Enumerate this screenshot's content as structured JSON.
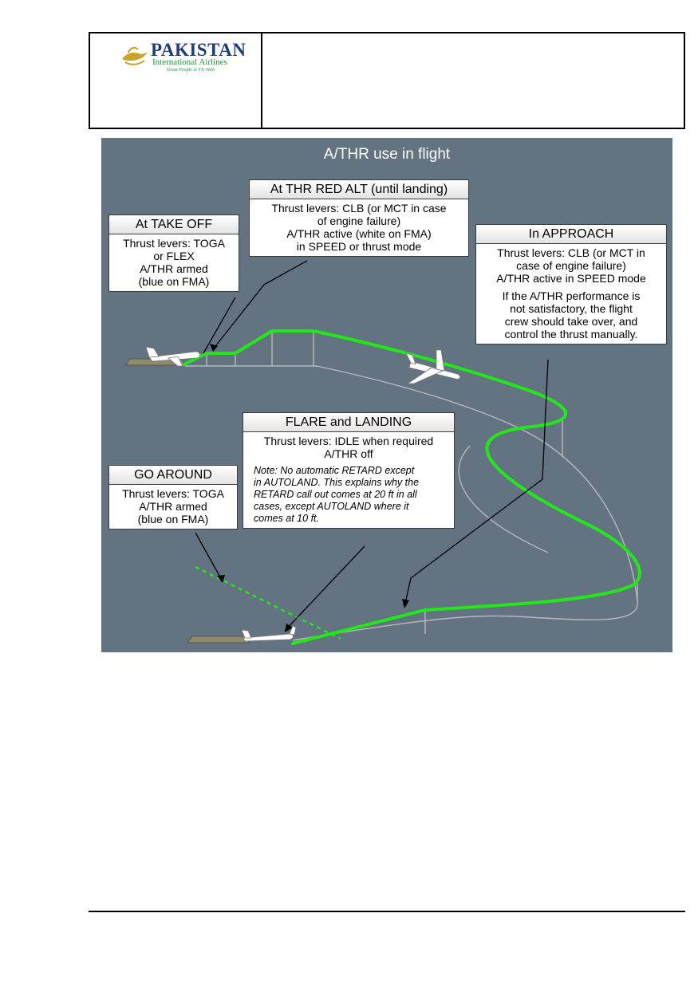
{
  "header": {
    "logo": {
      "name": "PAKISTAN",
      "subtitle": "International Airlines",
      "tagline": "Great People to Fly With"
    }
  },
  "diagram": {
    "title": "A/THR use in flight",
    "colors": {
      "background": "#637382",
      "flight_path": "#22e81a",
      "ground_track": "#b9b9b9"
    },
    "takeoff": {
      "heading": "At TAKE OFF",
      "lines": [
        "Thrust levers: TOGA",
        "or FLEX",
        "A/THR armed",
        "(blue on FMA)"
      ]
    },
    "thr_red_alt": {
      "heading": "At THR RED ALT (until landing)",
      "lines": [
        "Thrust levers: CLB (or MCT in case",
        "of engine failure)",
        "A/THR active (white on FMA)",
        "in SPEED or thrust mode"
      ]
    },
    "approach": {
      "heading": "In APPROACH",
      "lines": [
        "Thrust levers: CLB (or MCT in",
        "case of engine failure)",
        "A/THR active in SPEED mode"
      ],
      "para": [
        "If the A/THR performance is",
        "not satisfactory, the flight",
        "crew should take over, and",
        "control the thrust manually."
      ]
    },
    "flare_landing": {
      "heading": "FLARE and LANDING",
      "lines": [
        "Thrust levers: IDLE when required",
        "A/THR off"
      ],
      "note": [
        "Note: No automatic RETARD except",
        "in AUTOLAND. This explains why the",
        "RETARD call out comes at 20 ft in all",
        "cases, except AUTOLAND where it",
        "comes at 10 ft."
      ]
    },
    "go_around": {
      "heading": "GO AROUND",
      "lines": [
        "Thrust levers: TOGA",
        "A/THR armed",
        "(blue on FMA)"
      ]
    }
  }
}
